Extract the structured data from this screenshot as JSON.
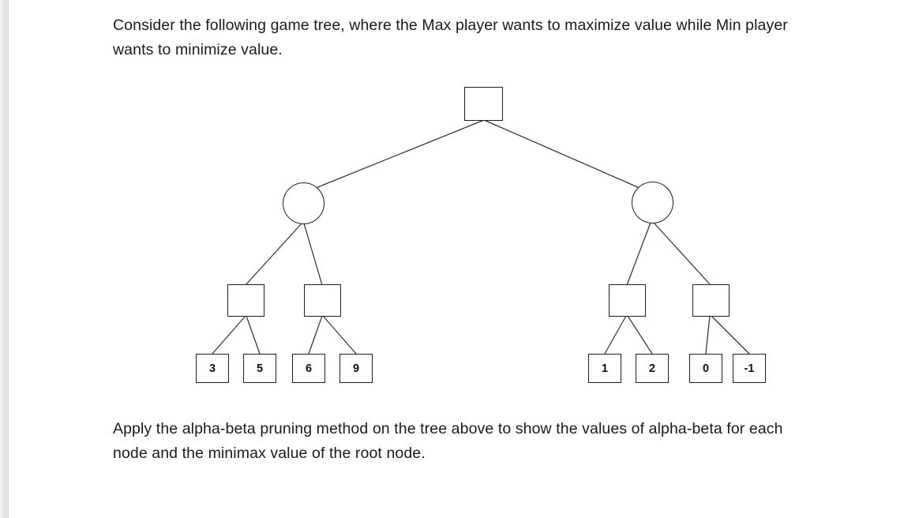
{
  "document": {
    "intro_text": "Consider the following game tree, where the Max player wants to maximize value while Min player wants to minimize value.",
    "outro_text": "Apply the alpha-beta pruning method on the tree above to show the values of alpha-beta for each node and the minimax value of the root node."
  },
  "colors": {
    "page_background": "#ffffff",
    "text": "#1a1a1a",
    "node_stroke": "#1e1e1e",
    "edge_stroke": "#333333",
    "edge_shadow": "#e6e6e6"
  },
  "tree": {
    "root": {
      "shape": "square",
      "label": "",
      "player": "Max"
    },
    "level2": [
      {
        "shape": "circle",
        "label": "",
        "player": "Min"
      },
      {
        "shape": "circle",
        "label": "",
        "player": "Min"
      }
    ],
    "level3": [
      {
        "shape": "square",
        "label": "",
        "player": "Max"
      },
      {
        "shape": "square",
        "label": "",
        "player": "Max"
      },
      {
        "shape": "square",
        "label": "",
        "player": "Max"
      },
      {
        "shape": "square",
        "label": "",
        "player": "Max"
      }
    ],
    "leaves": [
      {
        "shape": "square",
        "label": "3"
      },
      {
        "shape": "square",
        "label": "5"
      },
      {
        "shape": "square",
        "label": "6"
      },
      {
        "shape": "square",
        "label": "9"
      },
      {
        "shape": "square",
        "label": "1"
      },
      {
        "shape": "square",
        "label": "2"
      },
      {
        "shape": "square",
        "label": "0"
      },
      {
        "shape": "square",
        "label": "-1"
      }
    ]
  }
}
